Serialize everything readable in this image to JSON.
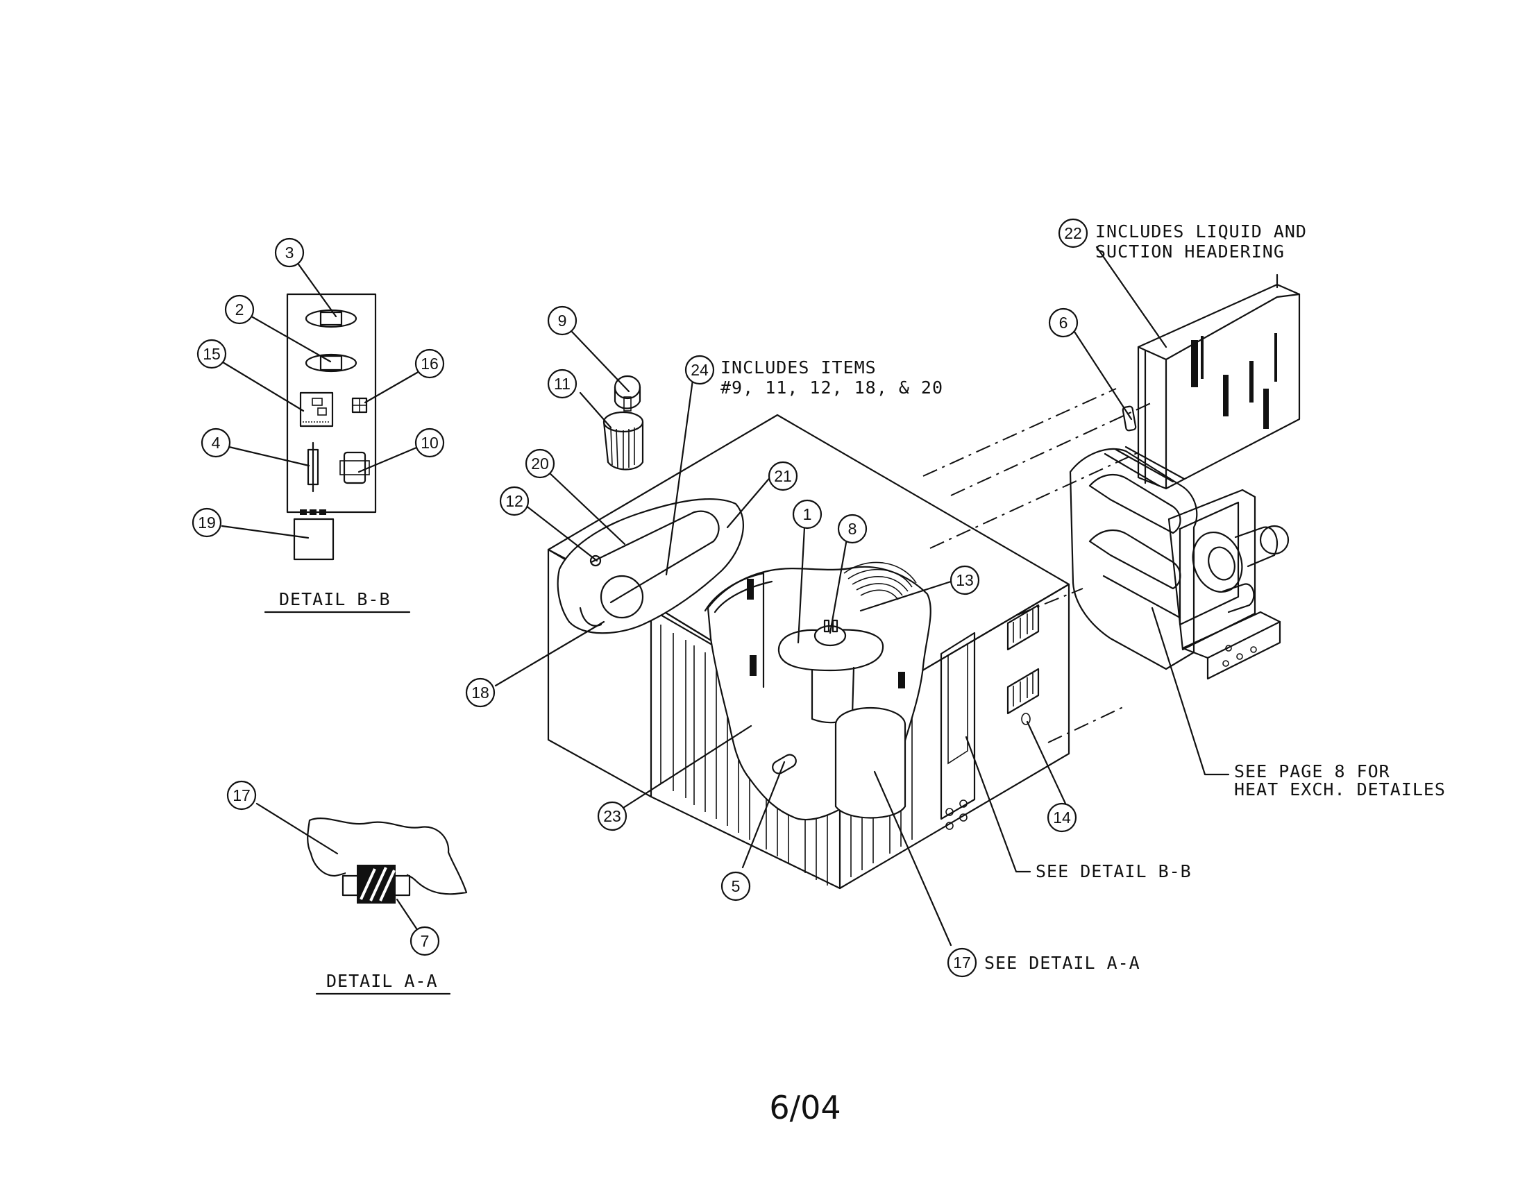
{
  "detail_bb": {
    "title": "DETAIL B-B"
  },
  "detail_aa": {
    "title": "DETAIL A-A"
  },
  "callouts": {
    "c1": "1",
    "c2": "2",
    "c3": "3",
    "c4": "4",
    "c5": "5",
    "c6": "6",
    "c7": "7",
    "c8": "8",
    "c9": "9",
    "c10": "10",
    "c11": "11",
    "c12": "12",
    "c13": "13",
    "c14": "14",
    "c15": "15",
    "c16": "16",
    "c17a": "17",
    "c17b": "17",
    "c18": "18",
    "c19": "19",
    "c20": "20",
    "c21": "21",
    "c22": "22",
    "c23": "23",
    "c24": "24"
  },
  "notes": {
    "n24_line1": "INCLUDES ITEMS",
    "n24_line2": "#9, 11, 12, 18, & 20",
    "n22_line1": "INCLUDES LIQUID AND",
    "n22_line2": "SUCTION HEADERING",
    "see_page8_line1": "SEE PAGE 8 FOR",
    "see_page8_line2": "HEAT EXCH. DETAILES",
    "see_detail_bb": "SEE DETAIL B-B",
    "see_detail_aa": "SEE DETAIL A-A"
  },
  "footer": {
    "date": "6/04"
  }
}
